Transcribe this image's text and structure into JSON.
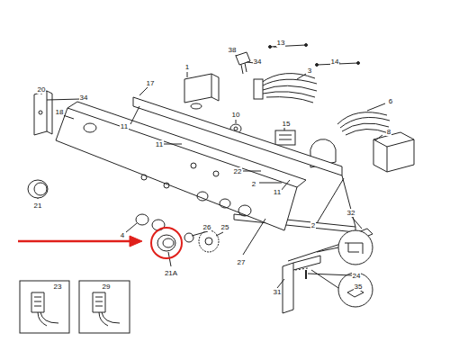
{
  "diagram": {
    "labels": [
      "13",
      "14",
      "38",
      "34",
      "1",
      "3",
      "20",
      "34",
      "17",
      "18",
      "11",
      "10",
      "6",
      "11",
      "15",
      "8",
      "22",
      "2",
      "11",
      "2",
      "21",
      "4",
      "26",
      "25",
      "27",
      "21A",
      "32",
      "24",
      "35",
      "31",
      "23",
      "29"
    ]
  }
}
